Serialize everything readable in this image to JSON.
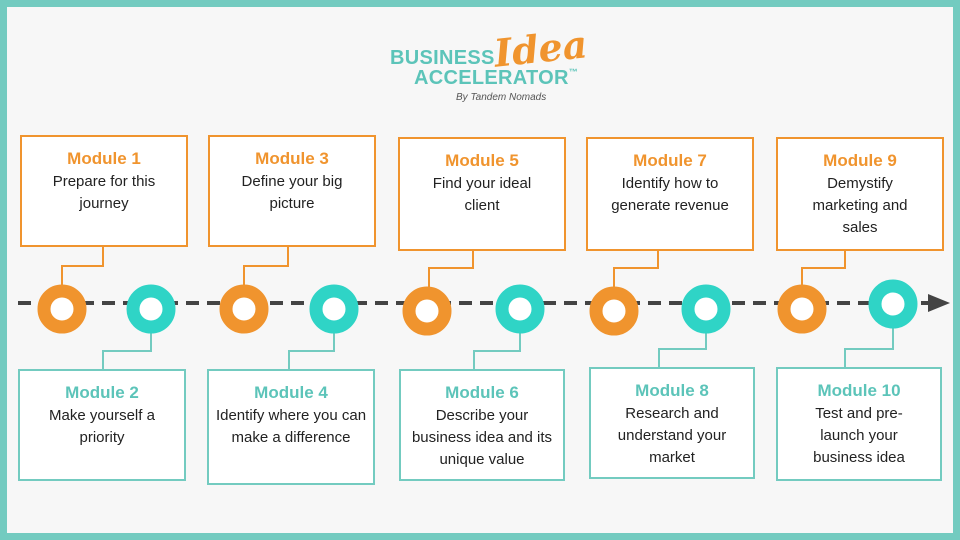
{
  "logo": {
    "word1": "BUSINESS",
    "word2": "Idea",
    "word3": "ACCELERATOR",
    "trademark": "™",
    "byline": "By Tandem Nomads"
  },
  "colors": {
    "orange": "#f0942e",
    "teal": "#5cc4b9",
    "frame": "#73cbc0",
    "arrow": "#444444"
  },
  "modules": [
    {
      "title": "Module 1",
      "desc": "Prepare for this journey",
      "color": "orange"
    },
    {
      "title": "Module 2",
      "desc": "Make yourself a priority",
      "color": "teal"
    },
    {
      "title": "Module 3",
      "desc": "Define your big picture",
      "color": "orange"
    },
    {
      "title": "Module 4",
      "desc": "Identify where you can make a difference",
      "color": "teal"
    },
    {
      "title": "Module 5",
      "desc": "Find your ideal client",
      "color": "orange"
    },
    {
      "title": "Module 6",
      "desc": "Describe your business idea and its unique value",
      "color": "teal"
    },
    {
      "title": "Module 7",
      "desc": "Identify how to generate revenue",
      "color": "orange"
    },
    {
      "title": "Module 8",
      "desc": "Research and understand your market",
      "color": "teal"
    },
    {
      "title": "Module 9",
      "desc": "Demystify marketing and sales",
      "color": "orange"
    },
    {
      "title": "Module 10",
      "desc": "Test and pre-launch your business idea",
      "color": "teal"
    }
  ]
}
